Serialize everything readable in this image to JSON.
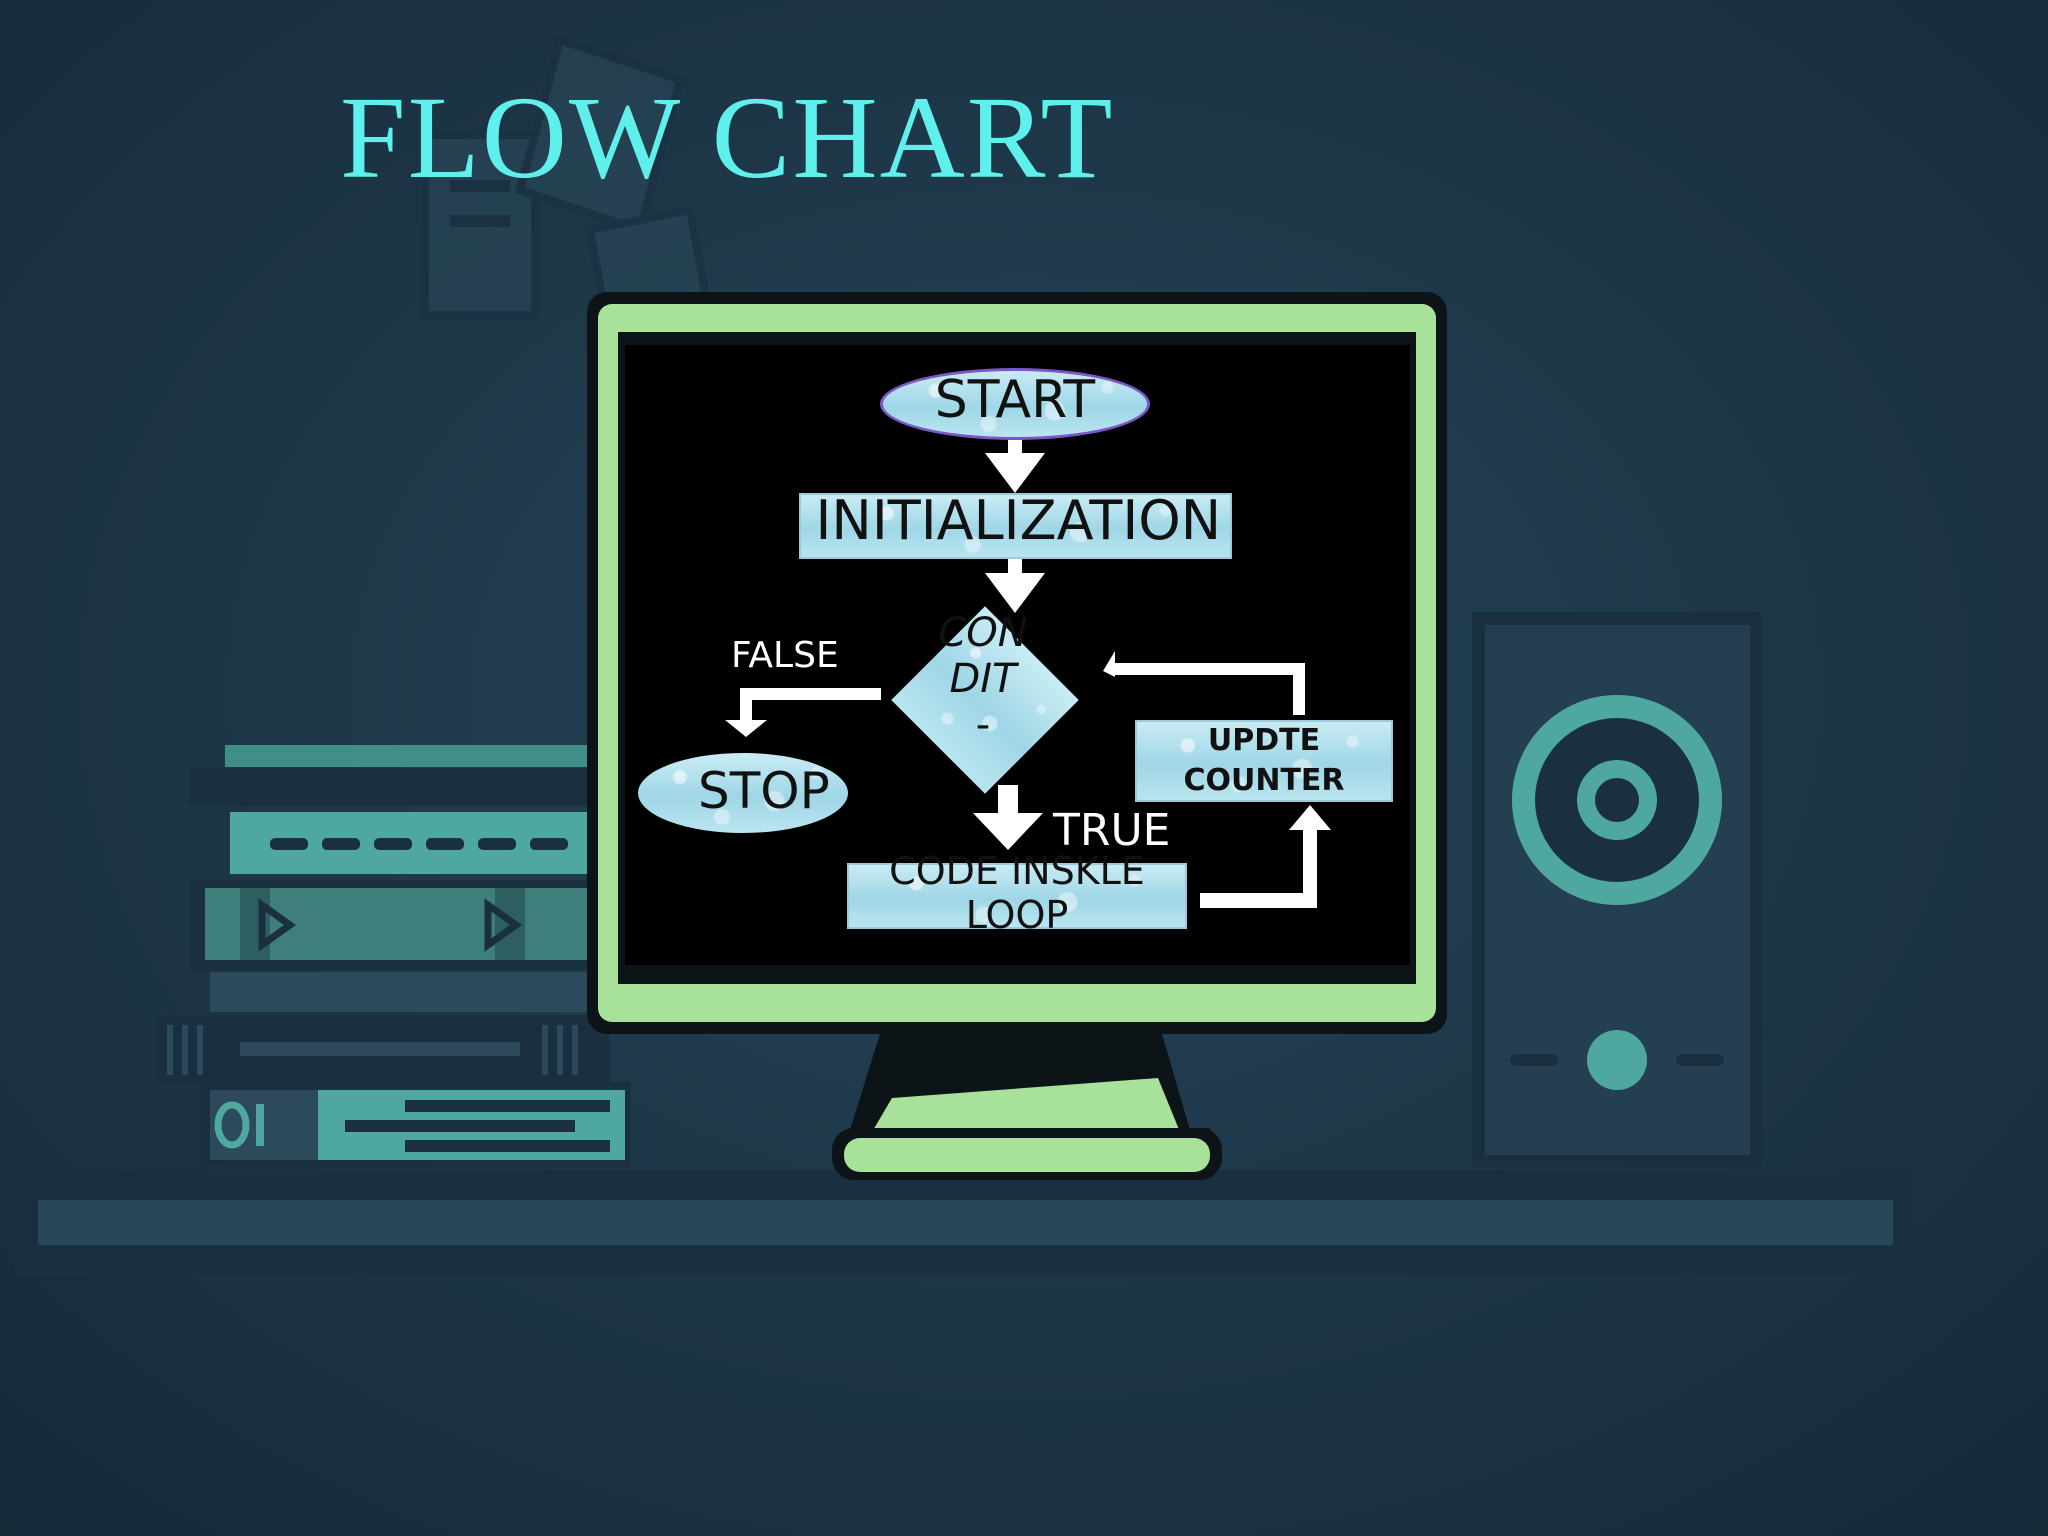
{
  "slide": {
    "title": "FLOW CHART"
  },
  "flowchart": {
    "start": "START",
    "initialization": "INITIALIZATION",
    "condition": "CONDIT-",
    "condition_lines": [
      "CON",
      "DIT",
      "-"
    ],
    "stop": "STOP",
    "update_counter": "UPDTE COUNTER",
    "code_inside_loop": "CODE INSKLE LOOP",
    "label_false": "FALSE",
    "label_true": "TRUE"
  },
  "colors": {
    "background": "#1d3445",
    "title": "#5ff0ee",
    "monitor_frame": "#a8e29a",
    "screen": "#000000",
    "accent_teal": "#4fa8a0",
    "node_fill": "#a8dcea"
  }
}
